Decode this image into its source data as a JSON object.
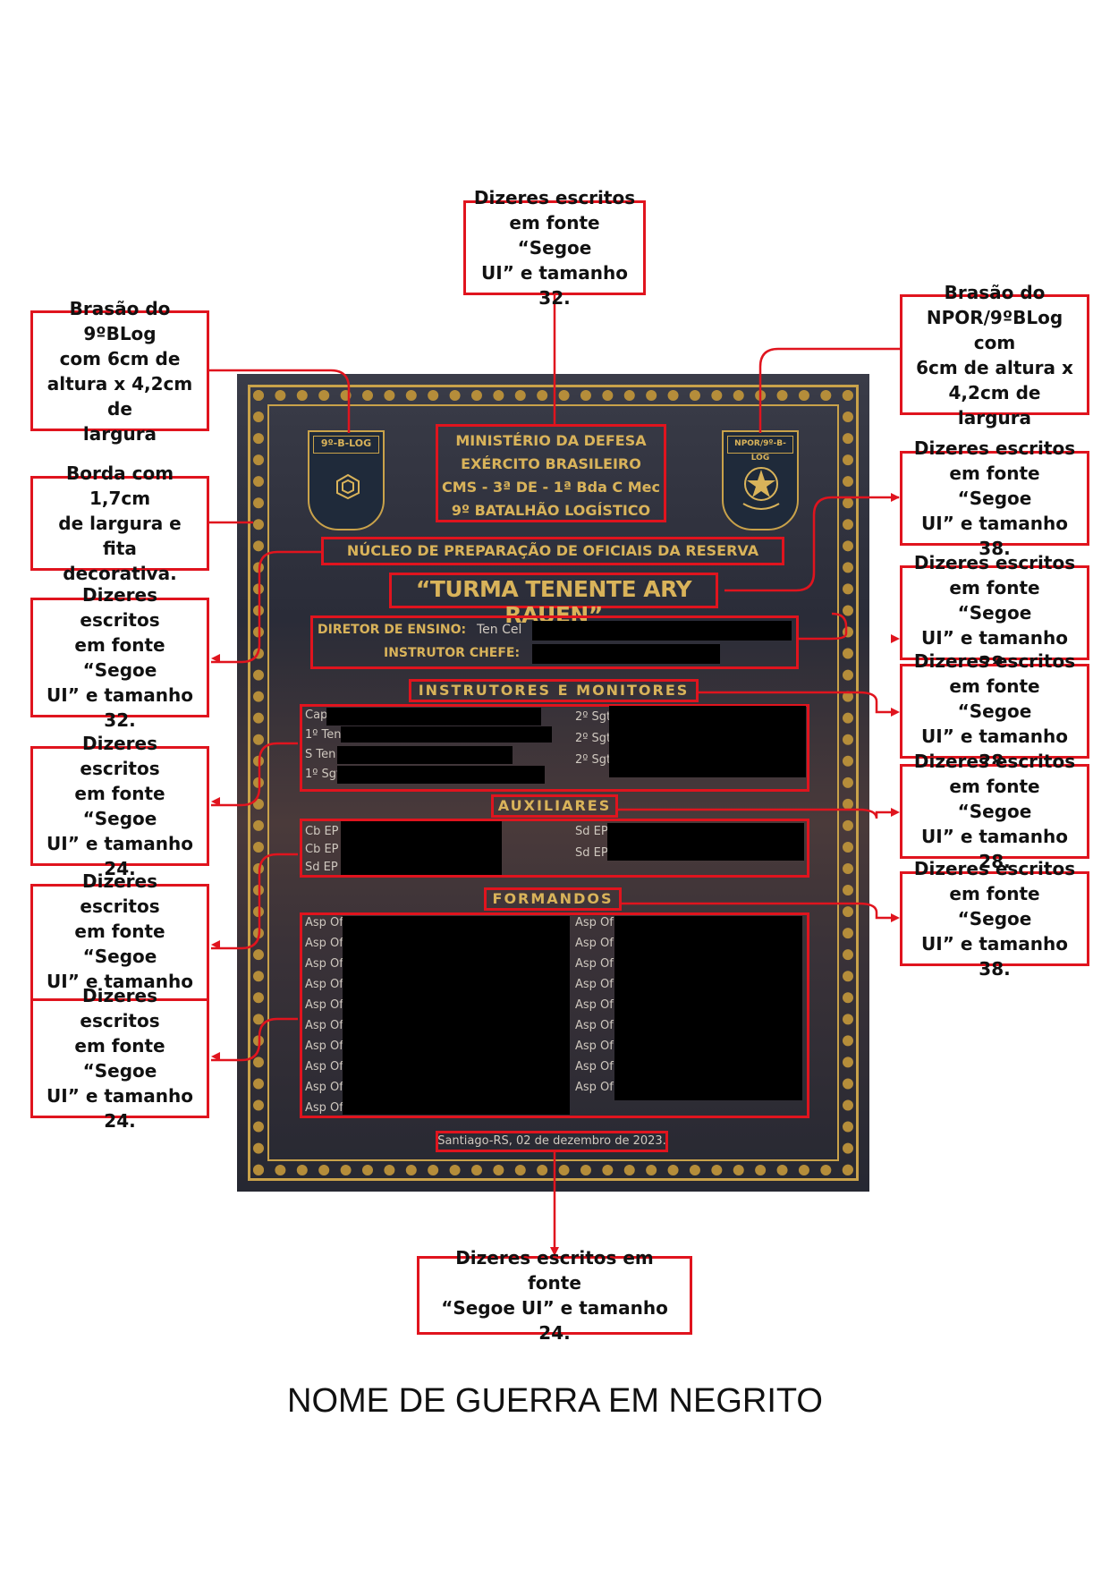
{
  "callouts": {
    "top_center": "Dizeres escritos\nem fonte “Segoe\nUI” e tamanho 32.",
    "brasao_9blog": "Brasão do 9ºBLog\ncom 6cm de\naltura x 4,2cm de\nlargura",
    "brasao_npor": "Brasão do\nNPOR/9ºBLog com\n6cm de altura x\n4,2cm de largura",
    "borda": "Borda com 1,7cm\nde largura e fita\ndecorativa.",
    "right_38_a": "Dizeres escritos\nem fonte “Segoe\nUI” e tamanho 38.",
    "left_32": "Dizeres escritos\nem fonte “Segoe\nUI” e tamanho\n32.",
    "right_28_a": "Dizeres escritos\nem fonte “Segoe\nUI” e tamanho 28.",
    "right_28_b": "Dizeres escritos\nem fonte “Segoe\nUI” e tamanho 28.",
    "left_24_a": "Dizeres escritos\nem fonte “Segoe\nUI” e tamanho\n24.",
    "right_28_c": "Dizeres escritos\nem fonte “Segoe\nUI” e tamanho 28.",
    "left_24_b": "Dizeres escritos\nem fonte “Segoe\nUI” e tamanho\n24.",
    "right_38_b": "Dizeres escritos\nem fonte “Segoe\nUI” e tamanho 38.",
    "left_24_c": "Dizeres escritos\nem fonte “Segoe\nUI” e tamanho\n24.",
    "bottom": "Dizeres escritos em fonte\n“Segoe UI” e tamanho 24."
  },
  "plaque": {
    "header": [
      "MINISTÉRIO DA DEFESA",
      "EXÉRCITO BRASILEIRO",
      "CMS - 3ª DE - 1ª Bda C Mec",
      "9º BATALHÃO LOGÍSTICO"
    ],
    "crest_left_label": "9º-B-LOG",
    "crest_right_label": "NPOR/9º-B-LOG",
    "nucleo": "NÚCLEO DE PREPARAÇÃO DE OFICIAIS DA RESERVA",
    "turma": "“TURMA TENENTE ARY RAUEN”",
    "diretor_label": "DIRETOR DE ENSINO:",
    "diretor_rank": "Ten Cel",
    "instrutor_label": "INSTRUTOR CHEFE:",
    "instrutores_title": "INSTRUTORES E MONITORES",
    "instrutores_left_ranks": [
      "Cap",
      "1º Ten",
      "S Ten",
      "1º Sgt"
    ],
    "instrutores_right_ranks": [
      "2º Sgt",
      "2º Sgt",
      "2º Sgt"
    ],
    "auxiliares_title": "AUXILIARES",
    "auxiliares_left_ranks": [
      "Cb EP",
      "Cb EP",
      "Sd EP"
    ],
    "auxiliares_right_ranks": [
      "Sd EP",
      "Sd EP"
    ],
    "formandos_title": "FORMANDOS",
    "formandos_left_ranks": [
      "Asp Of",
      "Asp Of",
      "Asp Of",
      "Asp Of",
      "Asp Of",
      "Asp Of",
      "Asp Of",
      "Asp Of",
      "Asp Of",
      "Asp Of"
    ],
    "formandos_right_ranks": [
      "Asp Of",
      "Asp Of",
      "Asp Of",
      "Asp Of",
      "Asp Of",
      "Asp Of",
      "Asp Of",
      "Asp Of",
      "Asp Of"
    ],
    "place_date": "Santiago-RS, 02 de dezembro de 2023."
  },
  "footer_title": "NOME DE GUERRA EM NEGRITO",
  "colors": {
    "annotation_red": "#e0141e",
    "gold": "#d9b35a"
  }
}
